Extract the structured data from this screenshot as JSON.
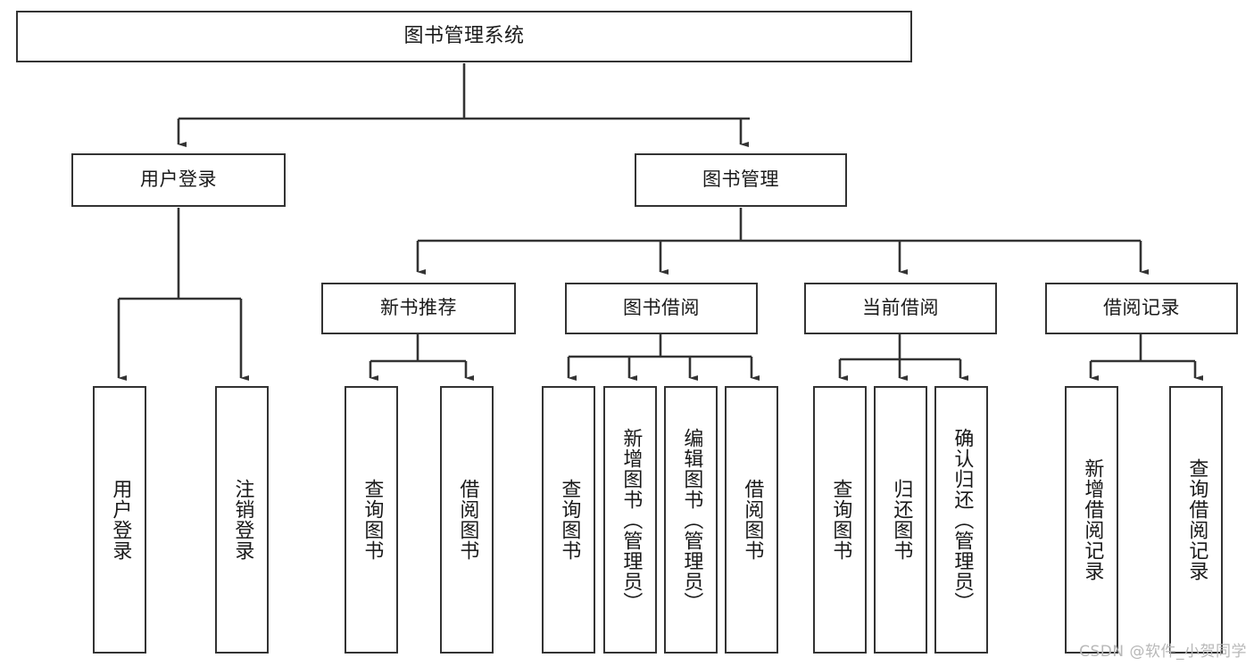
{
  "diagram": {
    "title": "图书管理系统",
    "watermark": "CSDN @软件_小贺同学",
    "colors": {
      "background": "#ffffff",
      "box_border": "#333333",
      "box_fill": "#ffffff",
      "connector": "#333333",
      "text": "#1a1a1a",
      "watermark": "#b8b8b8"
    },
    "root": {
      "label": "图书管理系统"
    },
    "level2": [
      {
        "label": "用户登录"
      },
      {
        "label": "图书管理"
      }
    ],
    "level3": [
      {
        "label": "新书推荐"
      },
      {
        "label": "图书借阅"
      },
      {
        "label": "当前借阅"
      },
      {
        "label": "借阅记录"
      }
    ],
    "leaves": {
      "user_login": [
        {
          "label": "用户登录"
        },
        {
          "label": "注销登录"
        }
      ],
      "new_book_recommend": [
        {
          "label": "查询图书"
        },
        {
          "label": "借阅图书"
        }
      ],
      "book_borrow": [
        {
          "label": "查询图书"
        },
        {
          "label": "新增图书（管理员）"
        },
        {
          "label": "编辑图书（管理员）"
        },
        {
          "label": "借阅图书"
        }
      ],
      "current_borrow": [
        {
          "label": "查询图书"
        },
        {
          "label": "归还图书"
        },
        {
          "label": "确认归还（管理员）"
        }
      ],
      "borrow_record": [
        {
          "label": "新增借阅记录"
        },
        {
          "label": "查询借阅记录"
        }
      ]
    }
  }
}
